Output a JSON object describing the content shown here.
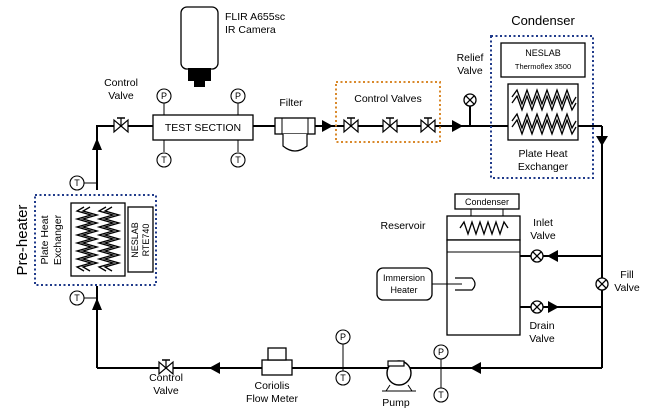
{
  "camera": {
    "line1": "FLIR A655sc",
    "line2": "IR Camera"
  },
  "labels": {
    "control_valve_top": [
      "Control",
      "Valve"
    ],
    "test_section": "TEST SECTION",
    "filter": "Filter",
    "control_valves": "Control Valves",
    "relief_valve": [
      "Relief",
      "Valve"
    ],
    "condenser_title": "Condenser",
    "neslab_thermoflex": [
      "NESLAB",
      "Thermoflex 3500"
    ],
    "plate_hx_right": [
      "Plate Heat",
      "Exchanger"
    ],
    "reservoir": "Reservoir",
    "reservoir_condenser": "Condenser",
    "immersion_heater": [
      "Immersion",
      "Heater"
    ],
    "inlet_valve": [
      "Inlet",
      "Valve"
    ],
    "fill_valve": [
      "Fill",
      "Valve"
    ],
    "drain_valve": [
      "Drain",
      "Valve"
    ],
    "pre_heater": "Pre-heater",
    "plate_hx_left": [
      "Plate Heat",
      "Exchanger"
    ],
    "neslab_rte": [
      "NESLAB",
      "RTE740"
    ],
    "control_valve_bottom": [
      "Control",
      "Valve"
    ],
    "coriolis": [
      "Coriolis",
      "Flow Meter"
    ],
    "pump": "Pump"
  },
  "sensor_letters": {
    "temperature": "T",
    "pressure": "P"
  },
  "colors": {
    "pipe": "#000000",
    "dotted_blue": "#1f3a8a",
    "dotted_orange": "#d9892b"
  }
}
